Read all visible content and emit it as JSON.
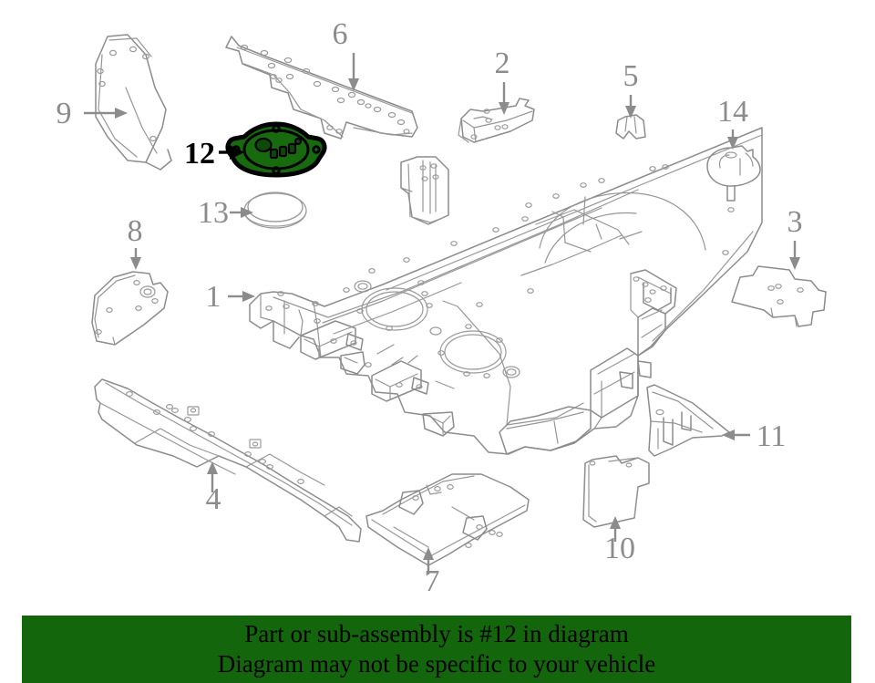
{
  "diagram": {
    "title": "Vehicle rear floor pan exploded parts diagram",
    "highlighted_part_number": "12",
    "background_color": "#ffffff",
    "line_color": "#8c8c8c",
    "highlight_color": "#176b0e",
    "highlight_outline_color": "#000000"
  },
  "callouts": [
    {
      "id": "1",
      "number": "1",
      "part": "rear-floor-pan",
      "highlighted": false
    },
    {
      "id": "2",
      "number": "2",
      "part": "bracket-plate",
      "highlighted": false
    },
    {
      "id": "3",
      "number": "3",
      "part": "reinforcement-plate-right",
      "highlighted": false
    },
    {
      "id": "4",
      "number": "4",
      "part": "side-rail-member",
      "highlighted": false
    },
    {
      "id": "5",
      "number": "5",
      "part": "small-clip",
      "highlighted": false
    },
    {
      "id": "6",
      "number": "6",
      "part": "crossmember-bar",
      "highlighted": false
    },
    {
      "id": "7",
      "number": "7",
      "part": "floor-panel-insert",
      "highlighted": false
    },
    {
      "id": "8",
      "number": "8",
      "part": "mounting-bracket-left",
      "highlighted": false
    },
    {
      "id": "9",
      "number": "9",
      "part": "frame-bracket-upper-left",
      "highlighted": false
    },
    {
      "id": "10",
      "number": "10",
      "part": "angled-bracket",
      "highlighted": false
    },
    {
      "id": "11",
      "number": "11",
      "part": "wedge-reinforcement",
      "highlighted": false
    },
    {
      "id": "12",
      "number": "12",
      "part": "access-cover-plate",
      "highlighted": true
    },
    {
      "id": "13",
      "number": "13",
      "part": "gasket-ring",
      "highlighted": false
    },
    {
      "id": "14",
      "number": "14",
      "part": "grommet-plug",
      "highlighted": false
    }
  ],
  "banner": {
    "background_color": "#14660d",
    "text_color": "#000000",
    "line1": "Part or sub-assembly is #12 in diagram",
    "line2": "Diagram may not be specific to your vehicle"
  }
}
